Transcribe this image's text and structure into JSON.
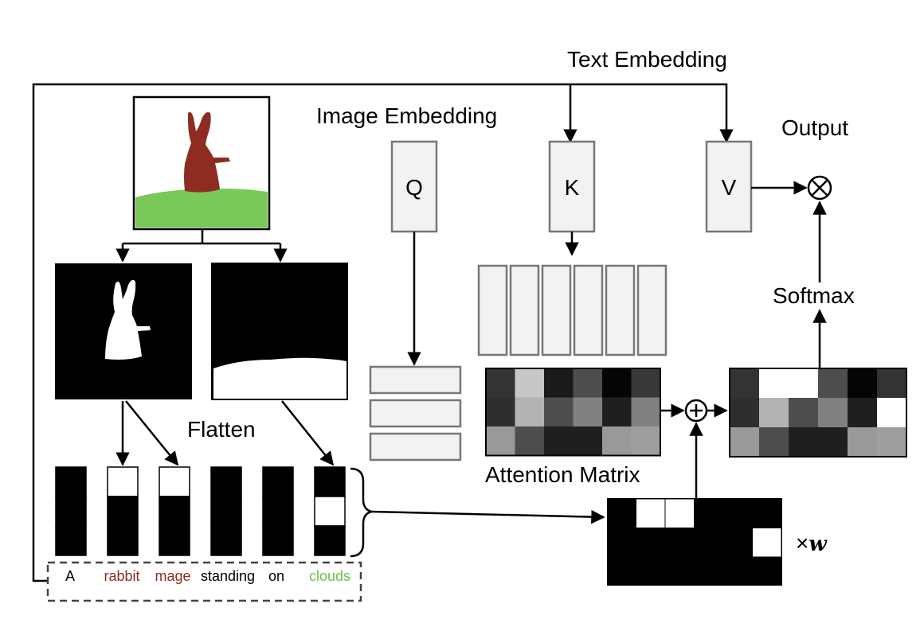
{
  "labels": {
    "text_embedding": "Text Embedding",
    "image_embedding": "Image Embedding",
    "output": "Output",
    "softmax": "Softmax",
    "flatten": "Flatten",
    "attention_matrix": "Attention Matrix",
    "q": "Q",
    "k": "K",
    "v": "V",
    "weight": "w",
    "times": "×"
  },
  "tokens": [
    {
      "text": "A",
      "color": "#000000"
    },
    {
      "text": "rabbit",
      "color": "#8B2E22"
    },
    {
      "text": "mage",
      "color": "#8B2E22"
    },
    {
      "text": "standing",
      "color": "#000000"
    },
    {
      "text": "on",
      "color": "#000000"
    },
    {
      "text": "clouds",
      "color": "#6CC04A"
    }
  ],
  "colors": {
    "rabbit": "#8E2C22",
    "grass": "#78C85A",
    "box_fill": "#F2F2F2",
    "box_stroke": "#777777"
  },
  "token_masks": [
    [
      0,
      0,
      0
    ],
    [
      1,
      0,
      0
    ],
    [
      1,
      0,
      0
    ],
    [
      0,
      0,
      0
    ],
    [
      0,
      0,
      0
    ],
    [
      0,
      1,
      0
    ]
  ],
  "attention_matrix": [
    [
      0.2,
      0.78,
      0.1,
      0.3,
      0.02,
      0.22
    ],
    [
      0.18,
      0.7,
      0.3,
      0.5,
      0.12,
      0.5
    ],
    [
      0.6,
      0.3,
      0.12,
      0.12,
      0.6,
      0.62
    ]
  ],
  "softmax_matrix": [
    [
      0.2,
      1.0,
      1.0,
      0.3,
      0.02,
      0.2
    ],
    [
      0.18,
      0.7,
      0.3,
      0.5,
      0.12,
      1.0
    ],
    [
      0.6,
      0.3,
      0.12,
      0.12,
      0.6,
      0.62
    ]
  ],
  "weight_mask": [
    [
      0,
      1,
      1,
      0,
      0,
      0
    ],
    [
      0,
      0,
      0,
      0,
      0,
      1
    ],
    [
      0,
      0,
      0,
      0,
      0,
      0
    ]
  ]
}
